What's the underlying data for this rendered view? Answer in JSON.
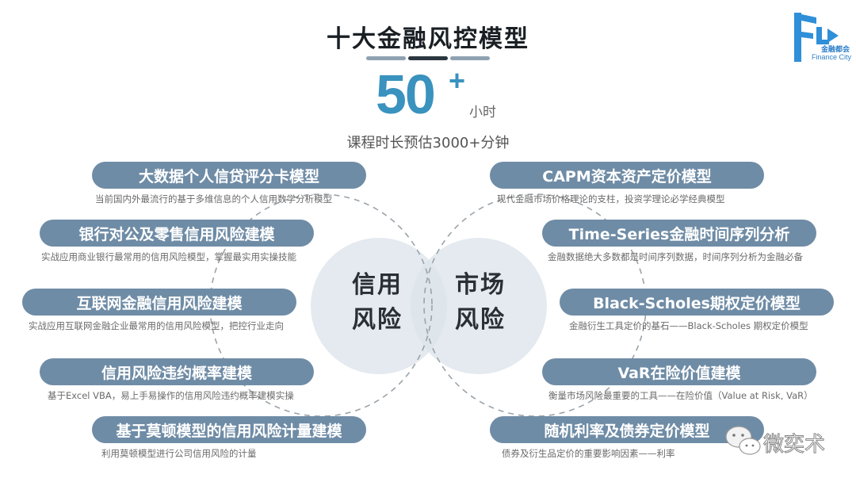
{
  "header": {
    "title": "十大金融风控模型",
    "big_number": "50",
    "plus": "+",
    "unit": "小时",
    "subtitle": "课程时长预估3000+分钟",
    "bar_colors": [
      "#8ea2b1",
      "#2b3640",
      "#8ea2b1"
    ]
  },
  "logo": {
    "icon": "finance-city-logo-icon",
    "cn": "金融都会",
    "en": "Finance City",
    "color": "#2f8fd8"
  },
  "center": {
    "left_circle": {
      "line1": "信用",
      "line2": "风险"
    },
    "right_circle": {
      "line1": "市场",
      "line2": "风险"
    }
  },
  "credit_models": [
    {
      "title": "大数据个人信贷评分卡模型",
      "desc": "当前国内外最流行的基于多维信息的个人信用数学分析模型"
    },
    {
      "title": "银行对公及零售信用风险建模",
      "desc": "实战应用商业银行最常用的信用风险模型，掌握最实用实操技能"
    },
    {
      "title": "互联网金融信用风险建模",
      "desc": "实战应用互联网金融企业最常用的信用风险模型，把控行业走向"
    },
    {
      "title": "信用风险违约概率建模",
      "desc": "基于Excel VBA，易上手易操作的信用风险违约概率建模实操"
    },
    {
      "title": "基于莫顿模型的信用风险计量建模",
      "desc": "利用莫顿模型进行公司信用风险的计量"
    }
  ],
  "market_models": [
    {
      "title": "CAPM资本资产定价模型",
      "desc": "现代金融市场价格理论的支柱，投资学理论必学经典模型"
    },
    {
      "title": "Time-Series金融时间序列分析",
      "desc": "金融数据绝大多数都是时间序列数据，时间序列分析为金融必备"
    },
    {
      "title": "Black-Scholes期权定价模型",
      "desc": "金融衍生工具定价的基石——Black-Scholes 期权定价模型"
    },
    {
      "title": "VaR在险价值建模",
      "desc": "衡量市场风险最重要的工具——在险价值（Value at Risk, VaR）"
    },
    {
      "title": "随机利率及债券定价模型",
      "desc": "债券及衍生品定价的重要影响因素——利率"
    }
  ],
  "watermark": {
    "icon": "wechat-icon",
    "text": "微奕术"
  },
  "colors": {
    "pill": "#6f8ca6",
    "accent": "#3a92be",
    "circle": "#dde5eb"
  }
}
